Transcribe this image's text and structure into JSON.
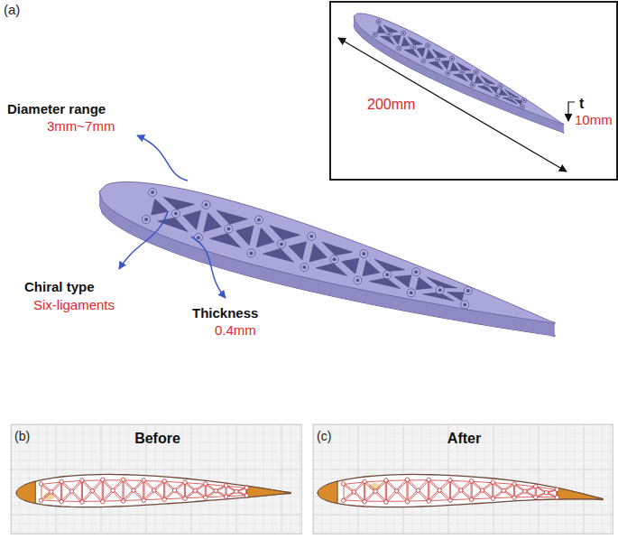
{
  "diagram": {
    "nodes": [
      {
        "text": [
          "200mm",
          "t",
          "10mm"
        ]
      },
      {
        "text": [
          "Before"
        ]
      },
      {
        "text": [
          "After"
        ]
      }
    ],
    "labels": [
      "(a)",
      "Diameter range",
      "3mm~7mm",
      "Chiral type",
      "Six-ligaments",
      "Thickness",
      "0.4mm",
      "(b)",
      "(c)"
    ]
  }
}
